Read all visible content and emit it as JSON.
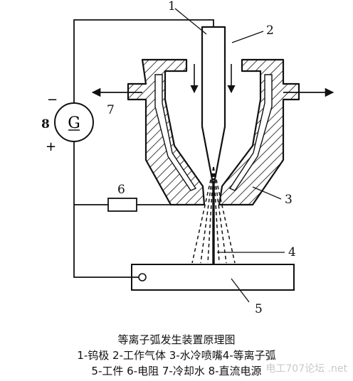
{
  "diagram": {
    "labels": {
      "l1": "1",
      "l2": "2",
      "l3": "3",
      "l4": "4",
      "l5": "5",
      "l6": "6",
      "l7": "7",
      "l8": "8",
      "generator": "G",
      "minus": "−",
      "plus": "+"
    }
  },
  "caption": {
    "title": "等离子弧发生装置原理图",
    "line1": "1-钨极 2-工作气体 3-水冷喷嘴4-等离子弧",
    "line2": "5-工件 6-电阻 7-冷却水 8-直流电源"
  },
  "watermark": "电工707论坛 .net"
}
